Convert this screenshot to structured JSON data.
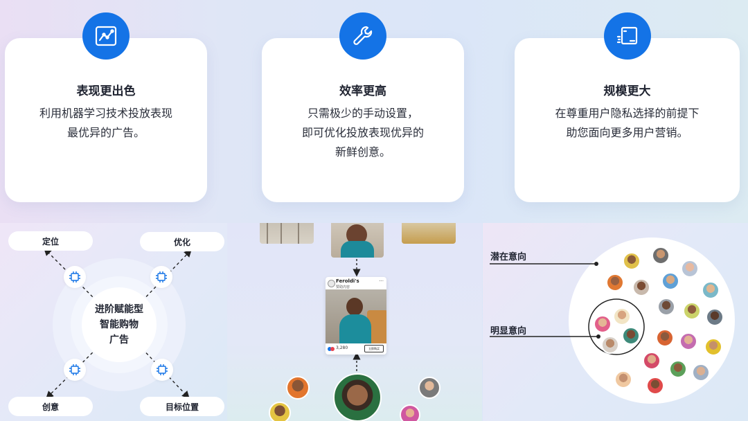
{
  "features": [
    {
      "icon": "chart-line-icon",
      "title": "表现更出色",
      "lines": [
        "利用机器学习技术投放表现",
        "最优异的广告。"
      ]
    },
    {
      "icon": "wrench-icon",
      "title": "效率更高",
      "lines": [
        "只需极少的手动设置，",
        "即可优化投放表现优异的",
        "新鲜创意。"
      ]
    },
    {
      "icon": "browser-window-icon",
      "title": "规模更大",
      "lines": [
        "在尊重用户隐私选择的前提下",
        "助您面向更多用户营销。"
      ]
    }
  ],
  "shopping": {
    "core_lines": [
      "进阶赋能型",
      "智能购物",
      "广告"
    ],
    "labels": {
      "top_left": "定位",
      "top_right": "优化",
      "bottom_left": "创意",
      "bottom_right": "目标位置"
    }
  },
  "ad_card": {
    "brand": "Feroldi's",
    "subtitle": "赞助内容",
    "likes": "3,280",
    "button": "立即购买"
  },
  "audience": {
    "potential": "潜在意向",
    "explicit": "明显意向"
  },
  "colors": {
    "accent": "#1473e6"
  }
}
